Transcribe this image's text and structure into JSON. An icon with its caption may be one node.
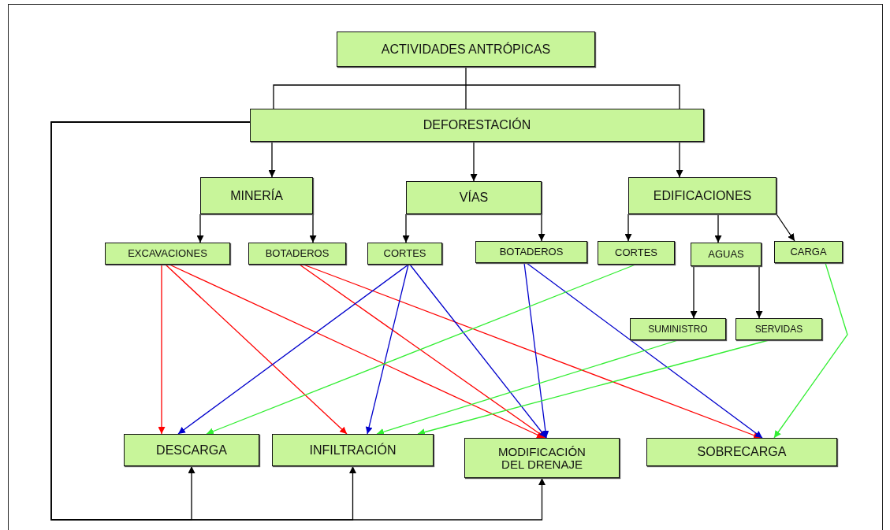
{
  "diagram": {
    "nodes": [
      {
        "text": [
          "ACTIVIDADES ANTRÓPICAS"
        ]
      },
      {
        "text": [
          "DEFORESTACIÓN"
        ]
      },
      {
        "text": [
          "MINERÍA"
        ]
      },
      {
        "text": [
          "VÍAS"
        ]
      },
      {
        "text": [
          "EDIFICACIONES"
        ]
      },
      {
        "text": [
          "EXCAVACIONES"
        ]
      },
      {
        "text": [
          "BOTADEROS"
        ]
      },
      {
        "text": [
          "CORTES"
        ]
      },
      {
        "text": [
          "BOTADEROS"
        ]
      },
      {
        "text": [
          "CORTES"
        ]
      },
      {
        "text": [
          "AGUAS"
        ]
      },
      {
        "text": [
          "CARGA"
        ]
      },
      {
        "text": [
          "SUMINISTRO"
        ]
      },
      {
        "text": [
          "SERVIDAS"
        ]
      },
      {
        "text": [
          "DESCARGA"
        ]
      },
      {
        "text": [
          "INFILTRACIÓN"
        ]
      },
      {
        "text": [
          "MODIFICACIÓN DEL DRENAJE"
        ]
      },
      {
        "text": [
          "SOBRECARGA"
        ]
      }
    ],
    "edges": [
      {
        "from": 0,
        "to": 1,
        "arrow": "none"
      },
      {
        "from": 1,
        "to": 2,
        "arrow": "to"
      },
      {
        "from": 1,
        "to": 3,
        "arrow": "to"
      },
      {
        "from": 1,
        "to": 4,
        "arrow": "to"
      },
      {
        "from": 1,
        "to": 14,
        "arrow": "to"
      },
      {
        "from": 1,
        "to": 15,
        "arrow": "to"
      },
      {
        "from": 1,
        "to": 16,
        "arrow": "to"
      },
      {
        "from": 2,
        "to": 5,
        "arrow": "to"
      },
      {
        "from": 2,
        "to": 6,
        "arrow": "to"
      },
      {
        "from": 3,
        "to": 7,
        "arrow": "to"
      },
      {
        "from": 3,
        "to": 8,
        "arrow": "to"
      },
      {
        "from": 4,
        "to": 9,
        "arrow": "to"
      },
      {
        "from": 4,
        "to": 10,
        "arrow": "to"
      },
      {
        "from": 4,
        "to": 11,
        "arrow": "to"
      },
      {
        "from": 10,
        "to": 12,
        "arrow": "to"
      },
      {
        "from": 10,
        "to": 13,
        "arrow": "to"
      },
      {
        "from": 5,
        "to": 14,
        "arrow": "to",
        "color": "#ff0000"
      },
      {
        "from": 5,
        "to": 15,
        "arrow": "to",
        "color": "#ff0000"
      },
      {
        "from": 5,
        "to": 16,
        "arrow": "to",
        "color": "#ff0000"
      },
      {
        "from": 6,
        "to": 16,
        "arrow": "to",
        "color": "#ff0000"
      },
      {
        "from": 6,
        "to": 17,
        "arrow": "to",
        "color": "#ff0000"
      },
      {
        "from": 7,
        "to": 14,
        "arrow": "to",
        "color": "#0000cc"
      },
      {
        "from": 7,
        "to": 15,
        "arrow": "to",
        "color": "#0000cc"
      },
      {
        "from": 7,
        "to": 16,
        "arrow": "to",
        "color": "#0000cc"
      },
      {
        "from": 8,
        "to": 16,
        "arrow": "to",
        "color": "#0000cc"
      },
      {
        "from": 8,
        "to": 17,
        "arrow": "to",
        "color": "#0000cc"
      },
      {
        "from": 9,
        "to": 14,
        "arrow": "to",
        "color": "#33ee33"
      },
      {
        "from": 12,
        "to": 15,
        "arrow": "to",
        "color": "#33ee33"
      },
      {
        "from": 13,
        "to": 15,
        "arrow": "to",
        "color": "#33ee33"
      },
      {
        "from": 11,
        "to": 17,
        "arrow": "to",
        "color": "#33ee33"
      }
    ]
  }
}
